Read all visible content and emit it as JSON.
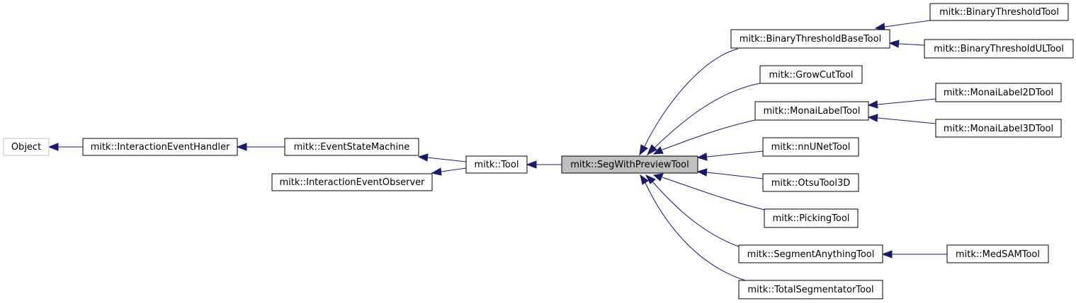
{
  "colors": {
    "edge": "#191970",
    "node_border": "#000000",
    "external_border": "#bfbfbf",
    "focus_fill": "#bfbfbf",
    "background": "#ffffff"
  },
  "nodes": {
    "object": "Object",
    "interaction_event_handler": "mitk::InteractionEventHandler",
    "event_state_machine": "mitk::EventStateMachine",
    "interaction_event_observer": "mitk::InteractionEventObserver",
    "tool": "mitk::Tool",
    "seg_with_preview_tool": "mitk::SegWithPreviewTool",
    "binary_threshold_base_tool": "mitk::BinaryThresholdBaseTool",
    "binary_threshold_tool": "mitk::BinaryThresholdTool",
    "binary_threshold_ul_tool": "mitk::BinaryThresholdULTool",
    "grow_cut_tool": "mitk::GrowCutTool",
    "monai_label_tool": "mitk::MonaiLabelTool",
    "monai_label_2d_tool": "mitk::MonaiLabel2DTool",
    "monai_label_3d_tool": "mitk::MonaiLabel3DTool",
    "nnunet_tool": "mitk::nnUNetTool",
    "otsu_tool_3d": "mitk::OtsuTool3D",
    "picking_tool": "mitk::PickingTool",
    "segment_anything_tool": "mitk::SegmentAnythingTool",
    "med_sam_tool": "mitk::MedSAMTool",
    "total_segmentator_tool": "mitk::TotalSegmentatorTool"
  }
}
